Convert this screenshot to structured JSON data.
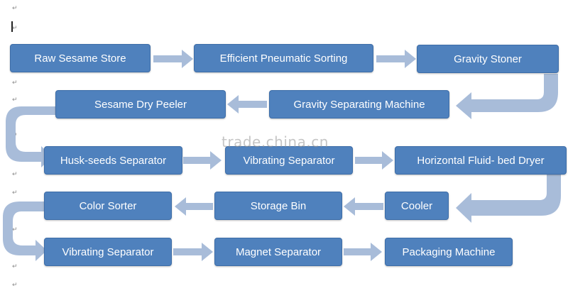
{
  "paragraph_mark": "↵",
  "watermark": "trade.china.cn",
  "colors": {
    "box": "#4f81bd",
    "arrow": "#a8bcd9",
    "text": "#ffffff"
  },
  "steps": [
    "Raw Sesame Store",
    "Efficient Pneumatic Sorting",
    "Gravity Stoner",
    "Gravity Separating Machine",
    "Sesame Dry Peeler",
    "Husk-seeds Separator",
    "Vibrating Separator",
    "Horizontal Fluid- bed Dryer",
    "Cooler",
    "Storage Bin",
    "Color Sorter",
    "Vibrating Separator",
    "Magnet Separator",
    "Packaging Machine"
  ]
}
